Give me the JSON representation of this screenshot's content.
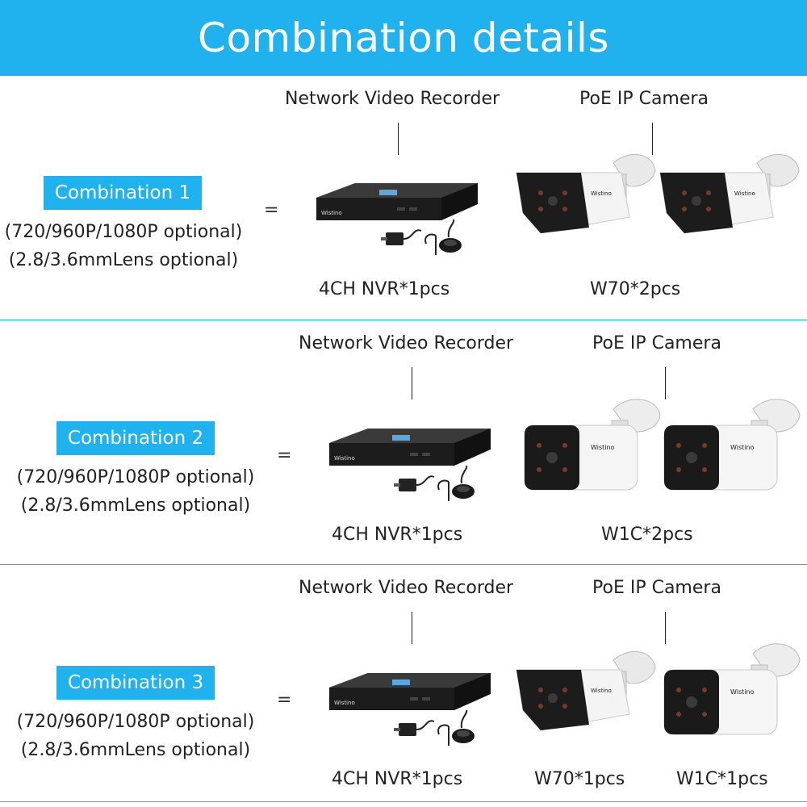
{
  "header": {
    "title": "Combination details"
  },
  "columns": {
    "nvr_title": "Network Video Recorder",
    "camera_title": "PoE IP Camera"
  },
  "equals": "=",
  "combinations": [
    {
      "label": "Combination 1",
      "resolution_note": "(720/960P/1080P optional)",
      "lens_note": "(2.8/3.6mmLens optional)",
      "nvr_caption": "4CH NVR*1pcs",
      "camera_captions": [
        "W70*2pcs"
      ]
    },
    {
      "label": "Combination 2",
      "resolution_note": "(720/960P/1080P optional)",
      "lens_note": "(2.8/3.6mmLens optional)",
      "nvr_caption": "4CH NVR*1pcs",
      "camera_captions": [
        "W1C*2pcs"
      ]
    },
    {
      "label": "Combination 3",
      "resolution_note": "(720/960P/1080P optional)",
      "lens_note": "(2.8/3.6mmLens optional)",
      "nvr_caption": "4CH NVR*1pcs",
      "camera_captions": [
        "W70*1pcs",
        "W1C*1pcs"
      ]
    }
  ],
  "colors": {
    "accent": "#1fb2ee",
    "text": "#222222"
  }
}
